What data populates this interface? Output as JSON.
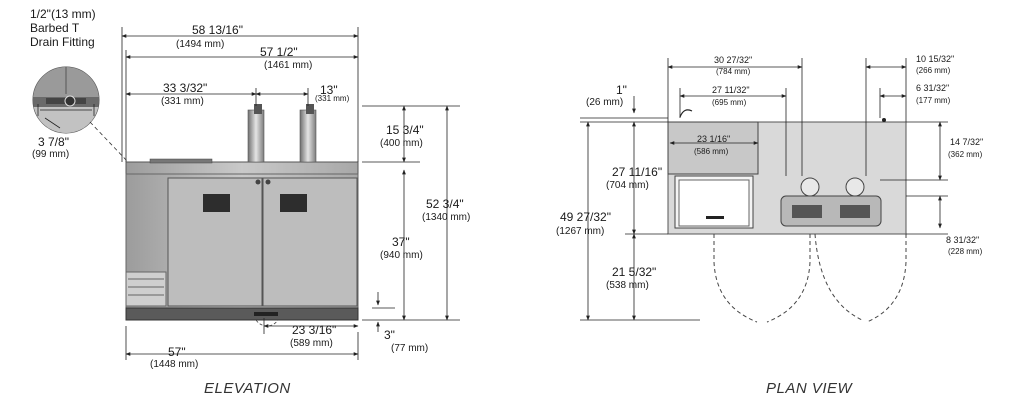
{
  "captions": {
    "elevation": "ELEVATION",
    "plan": "PLAN VIEW"
  },
  "callout": {
    "line1": "1/2\"(13 mm)",
    "line2": "Barbed T",
    "line3": "Drain Fitting",
    "dim": "3 7/8\"",
    "dim_mm": "(99 mm)"
  },
  "elevation": {
    "overall_width": "58 13/16\"",
    "overall_width_mm": "(1494 mm)",
    "top_width": "57 1/2\"",
    "top_width_mm": "(1461 mm)",
    "tower_offset": "33 3/32\"",
    "tower_offset_mm": "(331 mm)",
    "tower_spacing": "13\"",
    "tower_spacing_mm": "(331 mm)",
    "tower_height": "15 3/4\"",
    "tower_height_mm": "(400 mm)",
    "total_height": "52 3/4\"",
    "total_height_mm": "(1340 mm)",
    "counter_height": "37\"",
    "counter_height_mm": "(940 mm)",
    "drain_offset": "23 3/16\"",
    "drain_offset_mm": "(589 mm)",
    "base_height": "3\"",
    "base_height_mm": "(77 mm)",
    "base_width": "57\"",
    "base_width_mm": "(1448 mm)"
  },
  "plan": {
    "top_a": "30 27/32\"",
    "top_a_mm": "(784 mm)",
    "top_b": "27 11/32\"",
    "top_b_mm": "(695 mm)",
    "right_a": "10 15/32\"",
    "right_a_mm": "(266 mm)",
    "right_b": "6 31/32\"",
    "right_b_mm": "(177 mm)",
    "left_small": "1\"",
    "left_small_mm": "(26 mm)",
    "inner_width": "23 1/16\"",
    "inner_width_mm": "(586 mm)",
    "depth": "27 11/16\"",
    "depth_mm": "(704 mm)",
    "total_depth": "49 27/32\"",
    "total_depth_mm": "(1267 mm)",
    "door_swing": "21 5/32\"",
    "door_swing_mm": "(538 mm)",
    "right_c": "14 7/32\"",
    "right_c_mm": "(362 mm)",
    "right_d": "8 31/32\"",
    "right_d_mm": "(228 mm)"
  }
}
